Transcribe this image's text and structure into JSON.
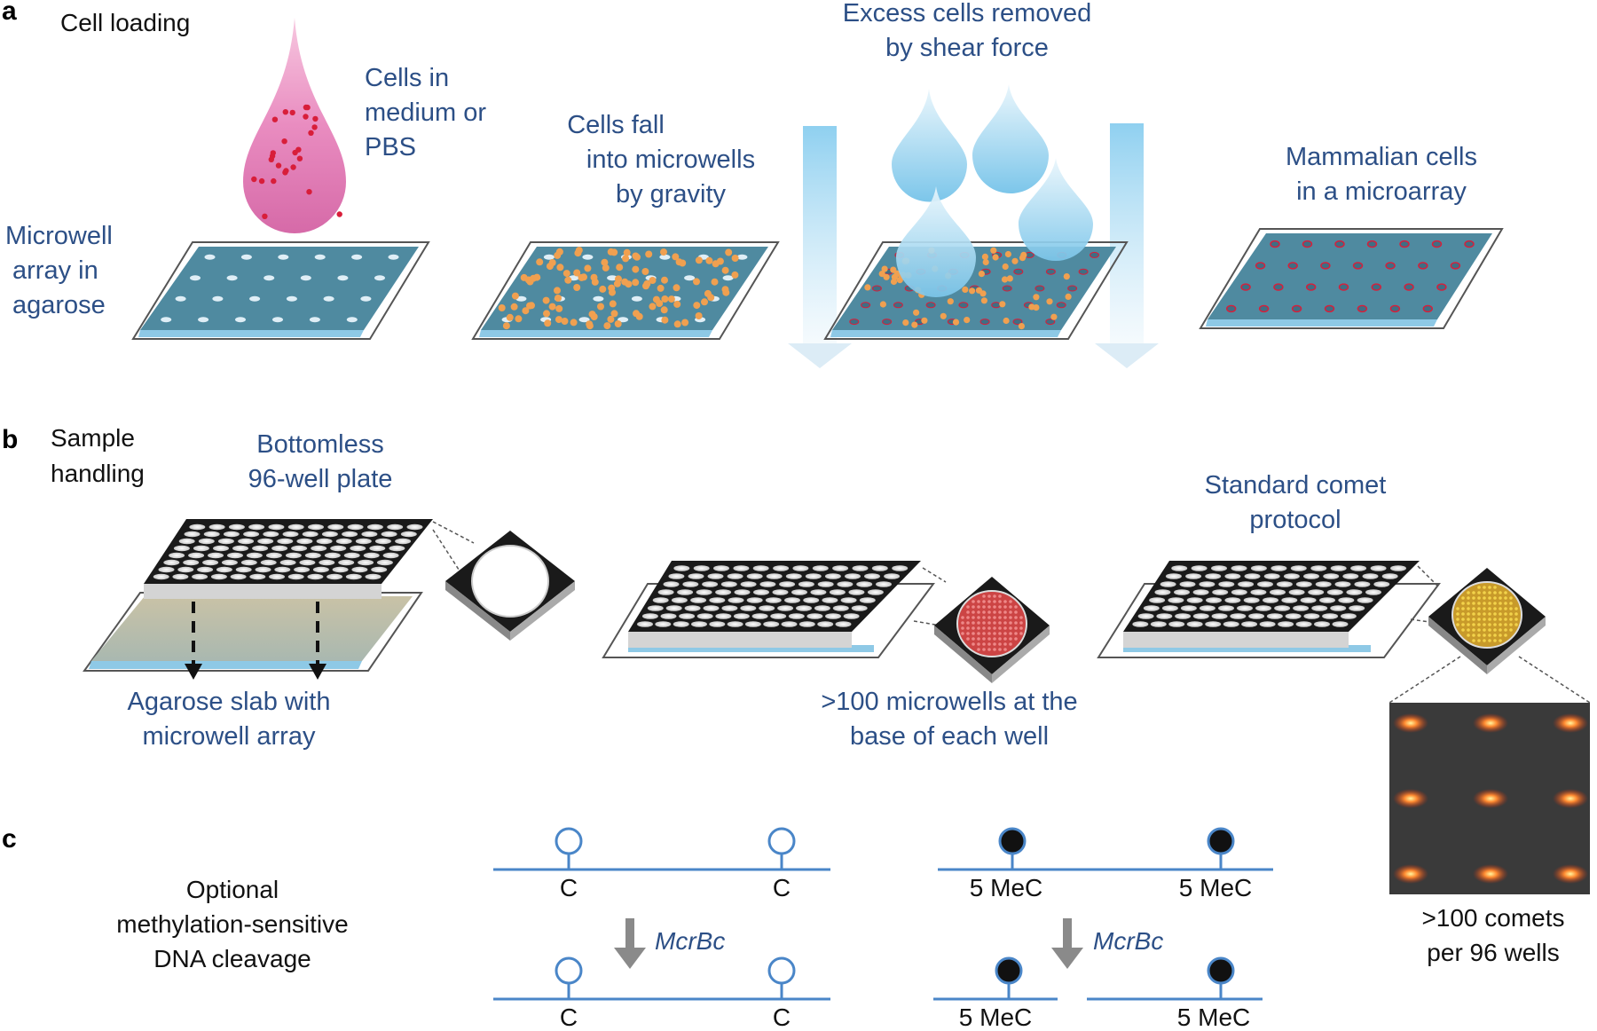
{
  "panels": {
    "a": {
      "letter": "a",
      "title": "Cell loading",
      "droplet_label": [
        "Cells in",
        "medium or",
        "PBS"
      ],
      "array_label": [
        "Microwell",
        "array in",
        "agarose"
      ],
      "gravity_label": [
        "Cells fall",
        "into microwells",
        "by gravity"
      ],
      "shear_label": [
        "Excess cells removed",
        "by shear force"
      ],
      "result_label": [
        "Mammalian cells",
        "in a microarray"
      ]
    },
    "b": {
      "letter": "b",
      "title": [
        "Sample",
        "handling"
      ],
      "plate_label": [
        "Bottomless",
        "96-well plate"
      ],
      "slab_label": [
        "Agarose slab with",
        "microwell array"
      ],
      "microwell_label": [
        ">100 microwells at the",
        "base of each well"
      ],
      "comet_label": [
        "Standard comet",
        "protocol"
      ],
      "comet_result": [
        ">100 comets",
        "per 96 wells"
      ]
    },
    "c": {
      "letter": "c",
      "title": [
        "Optional",
        "methylation-sensitive",
        "DNA cleavage"
      ],
      "unmethylated_site": "C",
      "methylated_site": "5 MeC",
      "enzyme": "McrBc"
    }
  },
  "colors": {
    "label_blue": "#2c4f86",
    "slab": "#4f8aa0",
    "slab_edge": "#8ec9e6",
    "droplet": "#e07ab4",
    "cell_orange": "#f0a050",
    "cell_red": "#d81e3a",
    "dna_line": "#4a86c8",
    "arrow_gray": "#8a8a8a"
  }
}
